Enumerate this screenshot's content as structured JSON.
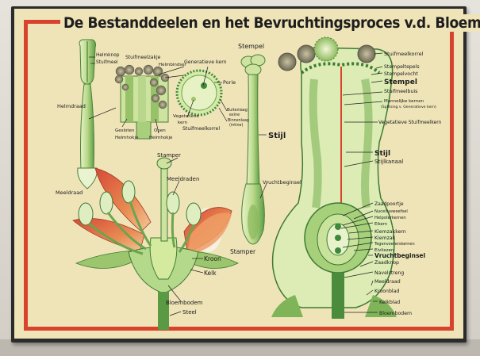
{
  "title": "De Bestanddeelen en het Bevruchtingsproces v.d. Bloem",
  "labels": {
    "helmknop": "Helmknop",
    "stuifmeel": "Stuifmeel",
    "helmdraad": "Helmdraad",
    "meeldraad_left": "Meeldraad",
    "stuifmeelzakje": "Stuifmeelzakje",
    "helmbindsel": "Helmbindsel",
    "gesloten_helmhokje": [
      "Gesloten",
      "Helmhokje"
    ],
    "open_helmhokje": [
      "Open",
      "Helmhokje"
    ],
    "generatieve_kern": "Generatieve kern",
    "porie": "Porie",
    "vegetatieve_kern": [
      "Vegetatieve",
      "kern"
    ],
    "buitenlaag": [
      "Buitenlaag",
      "exine"
    ],
    "binnenlaag": [
      "Binnenlaag",
      "(intine)"
    ],
    "stuifmeelkorrel_mid": "Stuifmeelkorrel",
    "stempel_mid": "Stempel",
    "stijl_mid": "Stijl",
    "vruchtbeginsel_mid": "Vruchtbeginsel",
    "stamper_mid": "Stamper",
    "stamper_flower": "Stamper",
    "meeldraden": "Meeldraden",
    "kroon": "Kroon",
    "kelk_flower": "Kelk",
    "bloembodem_flower": "Bloembodem",
    "steel": "Steel",
    "stuifmeelkorrel_right": "Stuifmeelkorrel",
    "stempeltepels": "Stempeltepels",
    "stempelvocht": "Stempelvocht",
    "stempel_right": "Stempel",
    "stuifmeelbuis": "Stuifmeelbuis",
    "mannelijke_kernen": [
      "Mannelijke kernen",
      "(Splitsing v. Generatieve kern)"
    ],
    "vegetatieve_stuifmeelkern": "Vegetatieve Stuifmeelkern",
    "stijl_right": "Stijl",
    "stijlkanaal": "Stijlkanaal",
    "zaadpoortje": "Zaadpoortje",
    "nucellusweefsel": "Nucellusweefsel",
    "helpsterkernen": "Helpsterkernen",
    "eikern": "Eikern",
    "kiemzakkern": "Kiemzakkern",
    "kiemzak": "Kiemzak",
    "tegenvoeterskernen": "Tegenvoeterskernen",
    "eivliezen": "Eivliezen",
    "vruchtbeginsel_right": "Vruchtbeginsel",
    "zaadknop": "Zaadknop",
    "navelstreng": "Navelstreng",
    "meeldraad_right": "Meeldraad",
    "kroonblad": "Kroonblad",
    "kelkblad": "Kelkblad",
    "bloembodem_right": "Bloembodem"
  },
  "colors": {
    "poster": "#efe4b8",
    "border_red": "#d8432e",
    "green_light": "#cfe3a0",
    "green_dark": "#3f8a3a",
    "petal_red": "#d9503a",
    "petal_orange": "#e98a4e"
  }
}
